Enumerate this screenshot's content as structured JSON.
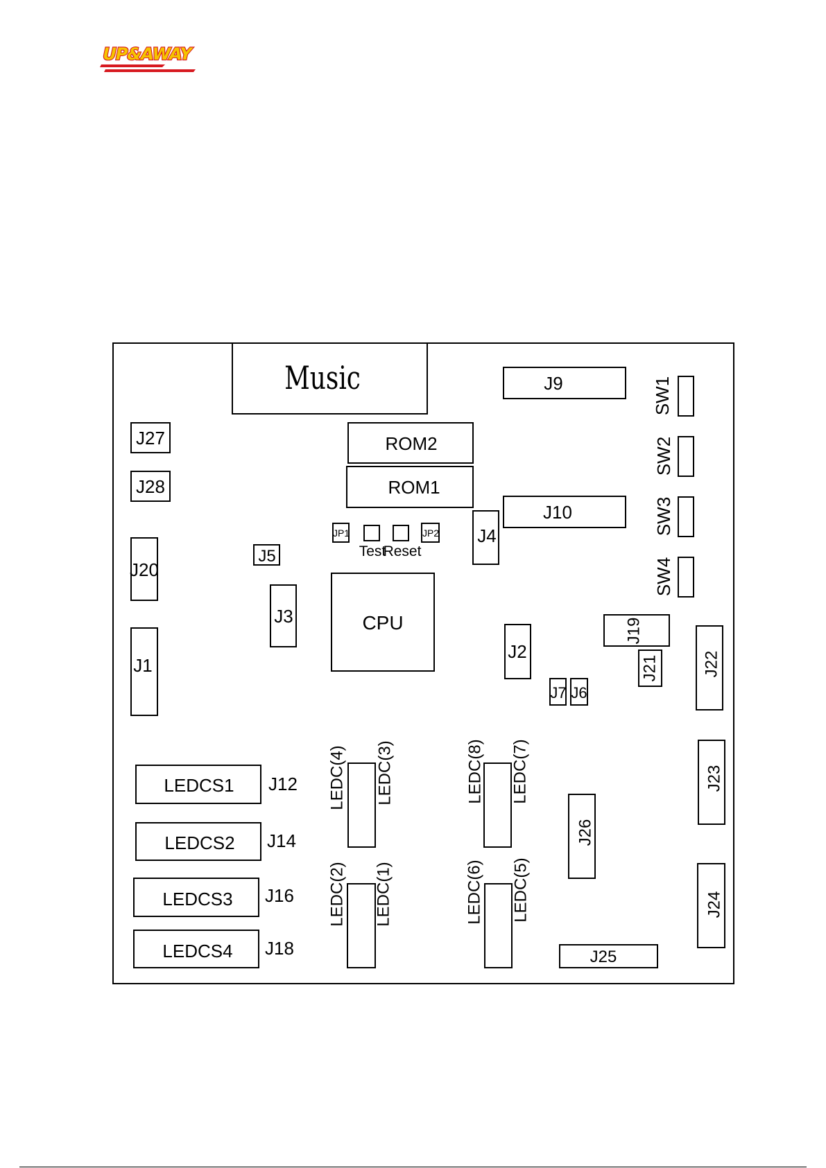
{
  "logo": {
    "text": "UP&AWAY",
    "colors": {
      "fill": "#f5c400",
      "outline": "#d71920",
      "underline": "#d71920"
    }
  },
  "board": {
    "components": {
      "music": "Music",
      "j9": "J9",
      "j10": "J10",
      "rom2": "ROM2",
      "rom1": "ROM1",
      "sw1": "SW1",
      "sw2": "SW2",
      "sw3": "SW3",
      "sw4": "SW4",
      "j27": "J27",
      "j28": "J28",
      "j20": "J20",
      "j1": "J1",
      "j5": "J5",
      "j3": "J3",
      "j4": "J4",
      "j2": "J2",
      "jp1": "JP1",
      "jp2": "JP2",
      "test": "Test",
      "reset": "Reset",
      "cpu": "CPU",
      "j19": "J19",
      "j21": "J21",
      "j22": "J22",
      "j7": "J7",
      "j6": "J6",
      "j23": "J23",
      "j24": "J24",
      "j25": "J25",
      "j26": "J26",
      "ledcs1": "LEDCS1",
      "ledcs2": "LEDCS2",
      "ledcs3": "LEDCS3",
      "ledcs4": "LEDCS4",
      "j12": "J12",
      "j14": "J14",
      "j16": "J16",
      "j18": "J18",
      "ledc1": "LEDC(1)",
      "ledc2": "LEDC(2)",
      "ledc3": "LEDC(3)",
      "ledc4": "LEDC(4)",
      "ledc5": "LEDC(5)",
      "ledc6": "LEDC(6)",
      "ledc7": "LEDC(7)",
      "ledc8": "LEDC(8)"
    }
  }
}
